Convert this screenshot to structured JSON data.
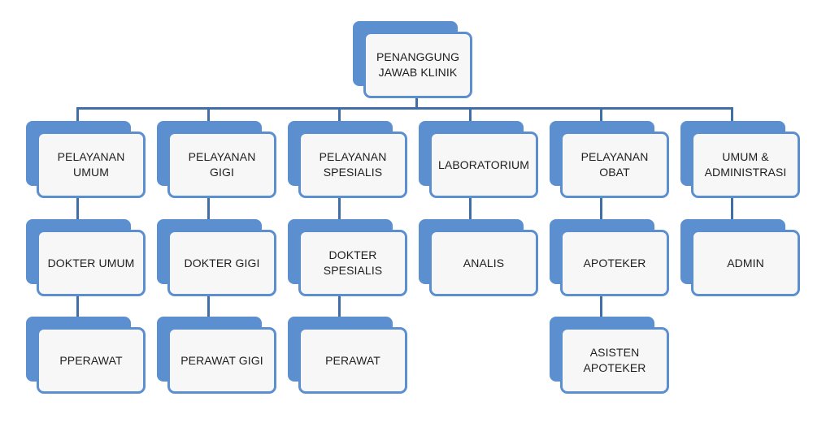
{
  "diagram": {
    "type": "org-chart",
    "root": {
      "id": "root",
      "label": "PENANGGUNG\nJAWAB  KLINIK"
    },
    "columns": [
      {
        "id": "umum",
        "nodes": [
          "PELAYANAN\nUMUM",
          "DOKTER UMUM",
          "PPERAWAT"
        ]
      },
      {
        "id": "gigi",
        "nodes": [
          "PELAYANAN\nGIGI",
          "DOKTER GIGI",
          "PERAWAT GIGI"
        ]
      },
      {
        "id": "spesialis",
        "nodes": [
          "PELAYANAN\nSPESIALIS",
          "DOKTER\nSPESIALIS",
          "PERAWAT"
        ]
      },
      {
        "id": "lab",
        "nodes": [
          "LABORATORIUM",
          "ANALIS"
        ]
      },
      {
        "id": "obat",
        "nodes": [
          "PELAYANAN\nOBAT",
          "APOTEKER",
          "ASISTEN\nAPOTEKER"
        ]
      },
      {
        "id": "admin",
        "nodes": [
          "UMUM &\nADMINISTRASI",
          "ADMIN"
        ]
      }
    ],
    "colors": {
      "box_fill": "#5b8fd0",
      "box_face": "#f7f7f7",
      "connector": "#3f6fa6",
      "text": "#1e1e1e"
    }
  }
}
